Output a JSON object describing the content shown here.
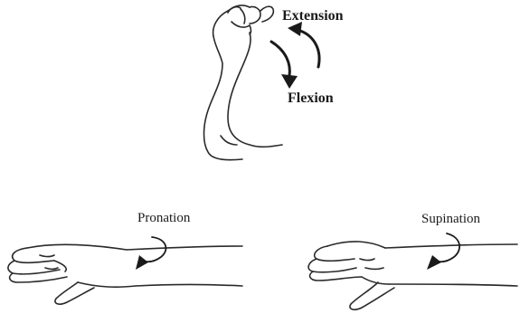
{
  "labels": {
    "extension": "Extension",
    "flexion": "Flexion",
    "pronation": "Pronation",
    "supination": "Supination"
  },
  "colors": {
    "ink": "#1a1a1a",
    "background": "#ffffff"
  }
}
